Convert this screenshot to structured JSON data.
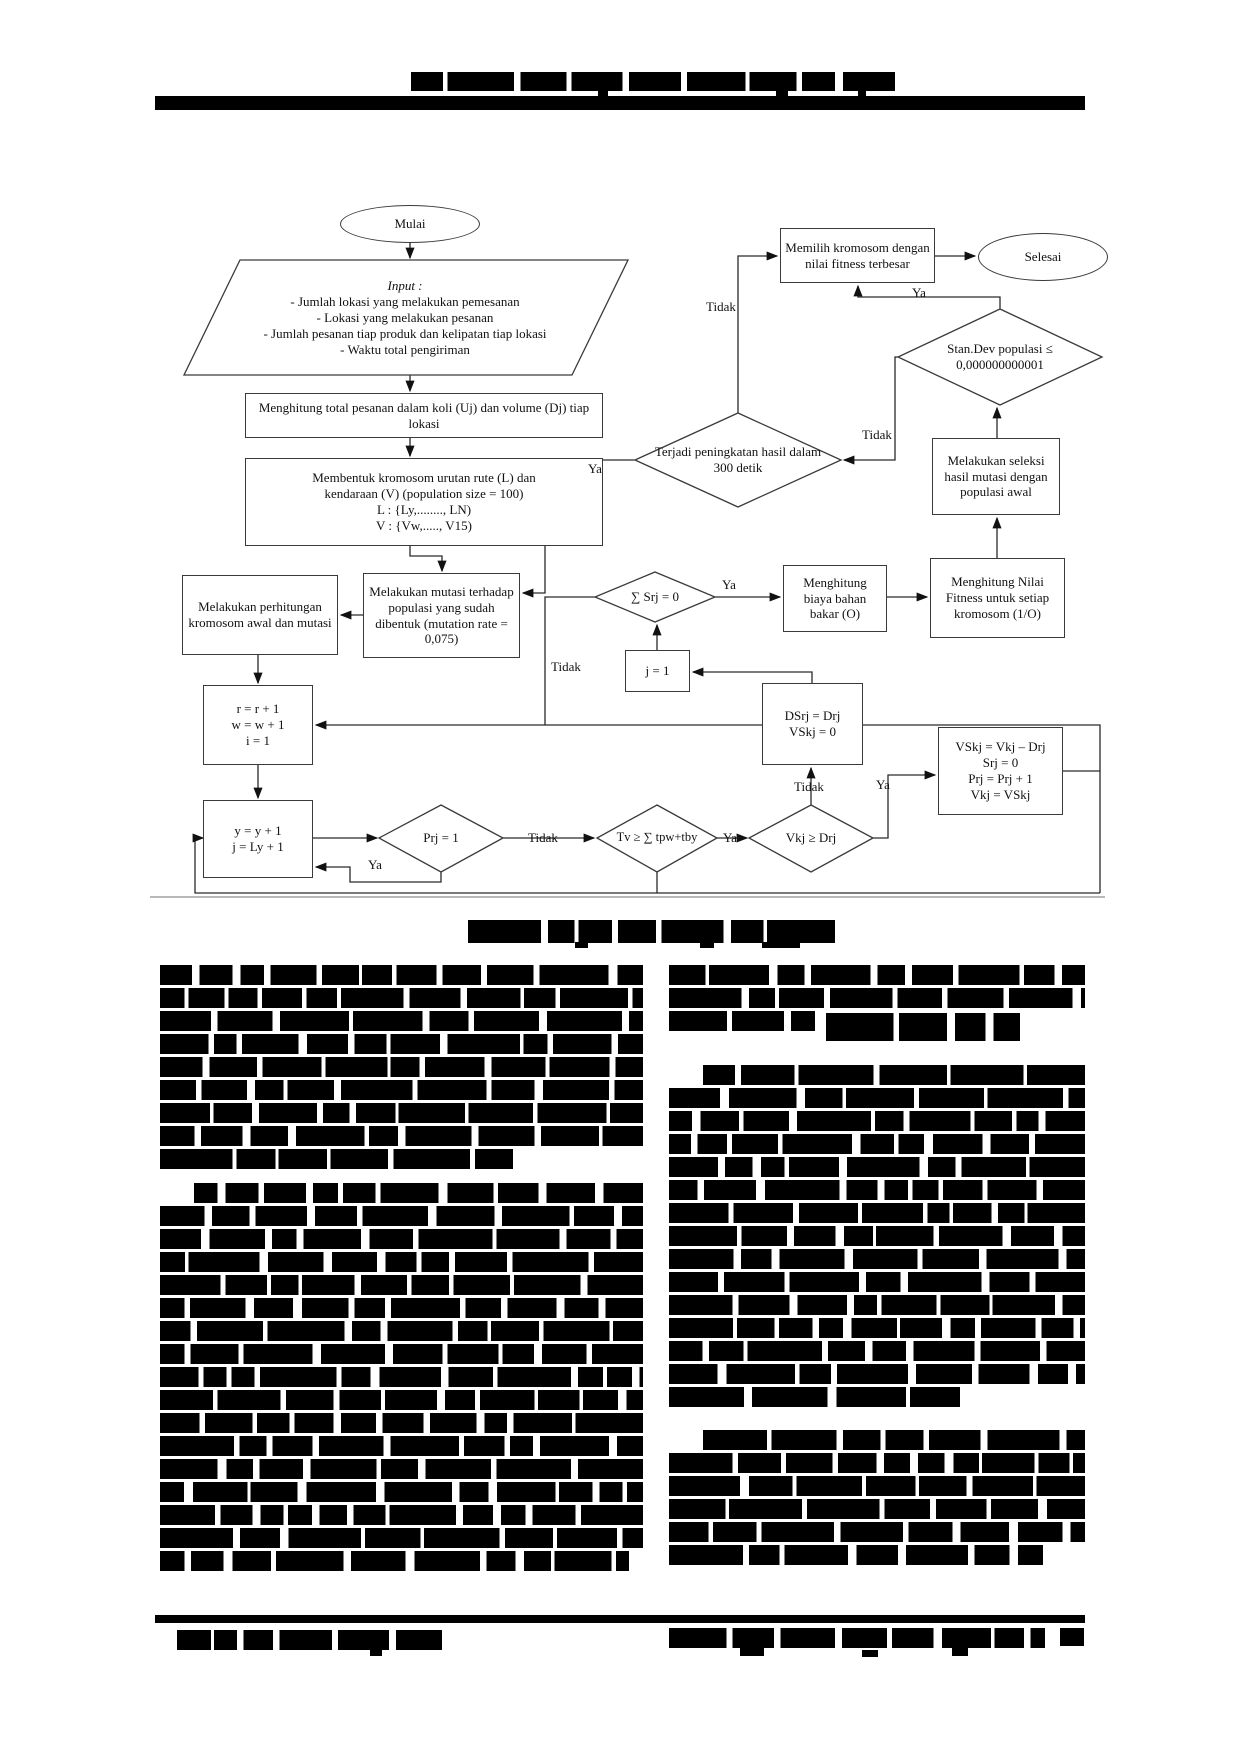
{
  "page": {
    "background": "#ffffff",
    "redaction_color": "#000000"
  },
  "header": {
    "title_redacted": true,
    "rule_redacted": true
  },
  "figure": {
    "type": "flowchart",
    "caption_redacted": true,
    "labels": {
      "ya": "Ya",
      "tidak": "Tidak"
    },
    "nodes": {
      "mulai": {
        "label": "Mulai"
      },
      "input": {
        "lines": [
          "Input :",
          "- Jumlah lokasi yang melakukan pemesanan",
          "- Lokasi yang melakukan pesanan",
          "- Jumlah pesanan tiap produk dan kelipatan tiap lokasi",
          "- Waktu total pengiriman"
        ]
      },
      "hitung_total": {
        "label": "Menghitung total pesanan dalam koli (Uj) dan volume (Dj) tiap lokasi"
      },
      "bentuk": {
        "lines": [
          "Membentuk kromosom urutan rute (L) dan",
          "kendaraan (V) (population size = 100)",
          "L : {Ly,........, LN)",
          "V : {Vw,....., V15)"
        ]
      },
      "perhitungan": {
        "label": "Melakukan perhitungan kromosom awal dan mutasi"
      },
      "mutasi": {
        "label": "Melakukan mutasi terhadap populasi yang sudah dibentuk (mutation rate = 0,075)"
      },
      "rbox": {
        "lines": [
          "r = r + 1",
          "w = w + 1",
          "i = 1"
        ]
      },
      "ybox": {
        "lines": [
          "y = y + 1",
          "j = Ly + 1"
        ]
      },
      "prj": {
        "label": "Prj = 1"
      },
      "tv": {
        "label": "Tv ≥ ∑ tpw+tby"
      },
      "vkj": {
        "label": "Vkj ≥ Drj"
      },
      "dsrj": {
        "lines": [
          "DSrj = Drj",
          "VSkj = 0"
        ]
      },
      "vskj": {
        "lines": [
          "VSkj = Vkj – Drj",
          "Srj = 0",
          "Prj = Prj + 1",
          "Vkj = VSkj"
        ]
      },
      "sumsrj": {
        "label": "∑ Srj = 0"
      },
      "j1": {
        "label": "j = 1"
      },
      "biaya": {
        "label": "Menghitung biaya bahan bakar (O)"
      },
      "fitness": {
        "label": "Menghitung Nilai Fitness untuk setiap kromosom (1/O)"
      },
      "seleksi": {
        "label": "Melakukan seleksi hasil mutasi dengan populasi awal"
      },
      "stdev": {
        "lines": [
          "Stan.Dev populasi ≤",
          "0,000000000001"
        ]
      },
      "terjadi": {
        "label": "Terjadi peningkatan hasil dalam 300 detik"
      },
      "memilih": {
        "label": "Memilih kromosom dengan nilai fitness terbesar"
      },
      "selesai": {
        "label": "Selesai"
      }
    }
  },
  "body_text": {
    "left_column_redacted": true,
    "right_column_redacted": true
  },
  "footer": {
    "rule_redacted": true,
    "left_redacted": true,
    "right_redacted": true
  }
}
